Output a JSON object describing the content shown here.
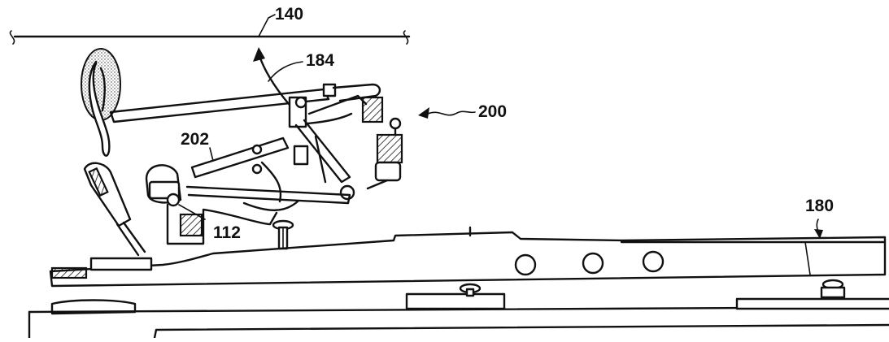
{
  "figure": {
    "labels": {
      "string": "140",
      "arrow": "184",
      "assembly": "200",
      "wippen": "202",
      "rail": "112",
      "keyframe": "180"
    }
  }
}
